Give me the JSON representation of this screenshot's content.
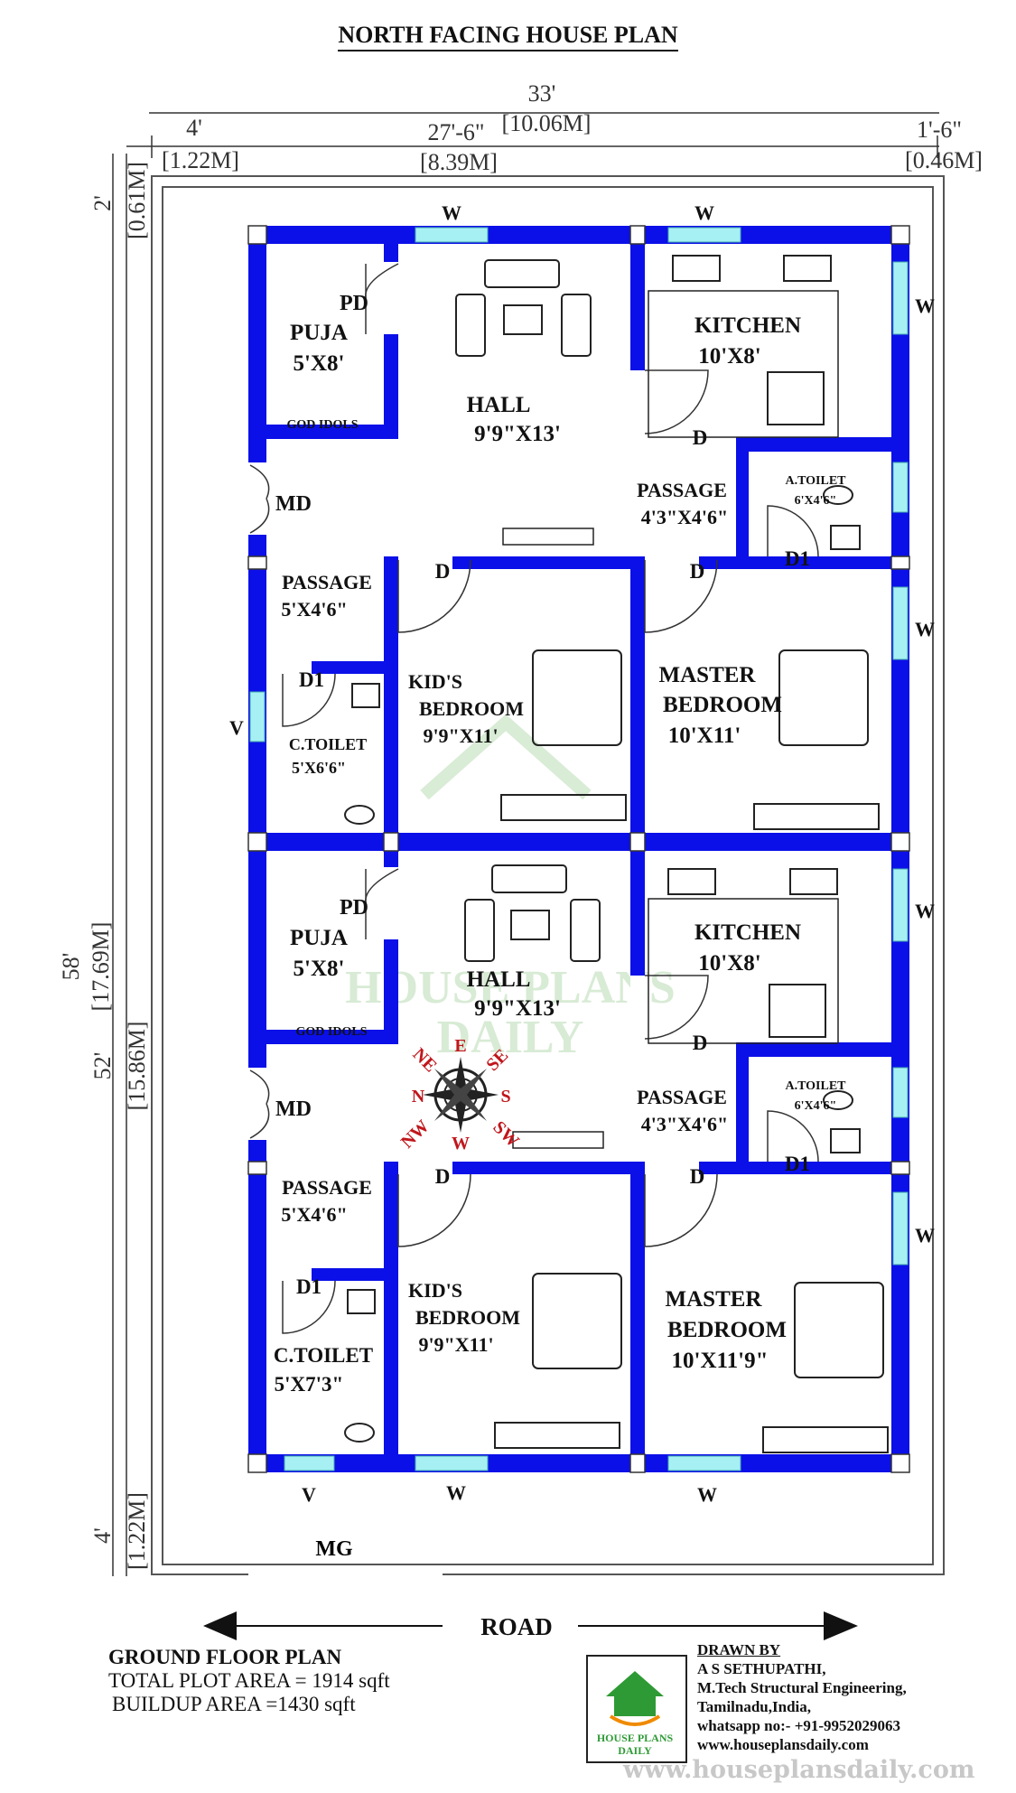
{
  "title": "NORTH FACING HOUSE PLAN",
  "dimensions": {
    "top_total_ft": "33'",
    "top_total_m": "[10.06M]",
    "top_left_ft": "4'",
    "top_left_m": "[1.22M]",
    "top_mid_ft": "27'-6\"",
    "top_mid_m": "[8.39M]",
    "top_right_ft": "1'-6\"",
    "top_right_m": "[0.46M]",
    "left_total_ft": "58'",
    "left_total_m": "[17.69M]",
    "left_top_ft": "2'",
    "left_top_m": "[0.61M]",
    "left_mid_ft": "52'",
    "left_mid_m": "[15.86M]",
    "left_bottom_ft": "4'",
    "left_bottom_m": "[1.22M]"
  },
  "labels": {
    "window": "W",
    "ventilator": "V",
    "door": "D",
    "door1": "D1",
    "pooja_door": "PD",
    "main_door": "MD",
    "main_gate": "MG",
    "god_idols": "GOD IDOLS"
  },
  "unit_upper": {
    "puja": "PUJA",
    "puja_dim": "5'X8'",
    "hall": "HALL",
    "hall_dim": "9'9\"X13'",
    "kitchen": "KITCHEN",
    "kitchen_dim": "10'X8'",
    "passage_right": "PASSAGE",
    "passage_right_dim": "4'3\"X4'6\"",
    "atoilet": "A.TOILET",
    "atoilet_dim": "6'X4'6\"",
    "passage_left": "PASSAGE",
    "passage_left_dim": "5'X4'6\"",
    "ctoilet": "C.TOILET",
    "ctoilet_dim": "5'X6'6\"",
    "kids_line1": "KID'S",
    "kids_line2": "BEDROOM",
    "kids_dim": "9'9\"X11'",
    "master_line1": "MASTER",
    "master_line2": "BEDROOM",
    "master_dim": "10'X11'"
  },
  "unit_lower": {
    "puja": "PUJA",
    "puja_dim": "5'X8'",
    "hall": "HALL",
    "hall_dim": "9'9\"X13'",
    "kitchen": "KITCHEN",
    "kitchen_dim": "10'X8'",
    "passage_right": "PASSAGE",
    "passage_right_dim": "4'3\"X4'6\"",
    "atoilet": "A.TOILET",
    "atoilet_dim": "6'X4'6\"",
    "passage_left": "PASSAGE",
    "passage_left_dim": "5'X4'6\"",
    "ctoilet": "C.TOILET",
    "ctoilet_dim": "5'X7'3\"",
    "kids_line1": "KID'S",
    "kids_line2": "BEDROOM",
    "kids_dim": "9'9\"X11'",
    "master_line1": "MASTER",
    "master_line2": "BEDROOM",
    "master_dim": "10'X11'9\""
  },
  "compass": {
    "n": "N",
    "ne": "NE",
    "e": "E",
    "se": "SE",
    "s": "S",
    "sw": "SW",
    "w": "W",
    "nw": "NW"
  },
  "road": "ROAD",
  "footer": {
    "plan_name": "GROUND FLOOR PLAN",
    "plot_area": "TOTAL PLOT AREA = 1914 sqft",
    "buildup_area": "BUILDUP AREA =1430 sqft"
  },
  "credit": {
    "heading": "DRAWN BY",
    "name": "A S SETHUPATHI,",
    "qualification": "M.Tech Structural Engineering,",
    "location": "Tamilnadu,India,",
    "whatsapp": "whatsapp no:- +91-9952029063",
    "website": "www.houseplansdaily.com"
  },
  "logo": {
    "line1": "HOUSE PLANS",
    "line2": "DAILY"
  },
  "watermark": {
    "line1": "HOUSE PLANS",
    "line2": "DAILY",
    "url": "www.houseplansdaily.com"
  },
  "colors": {
    "wall": "#0b10e8",
    "window": "#a6f0f4",
    "compass": "#c0161c",
    "watermark": "#b9dcb4",
    "logo_green": "#2e9a35",
    "logo_orange": "#f08a00"
  }
}
